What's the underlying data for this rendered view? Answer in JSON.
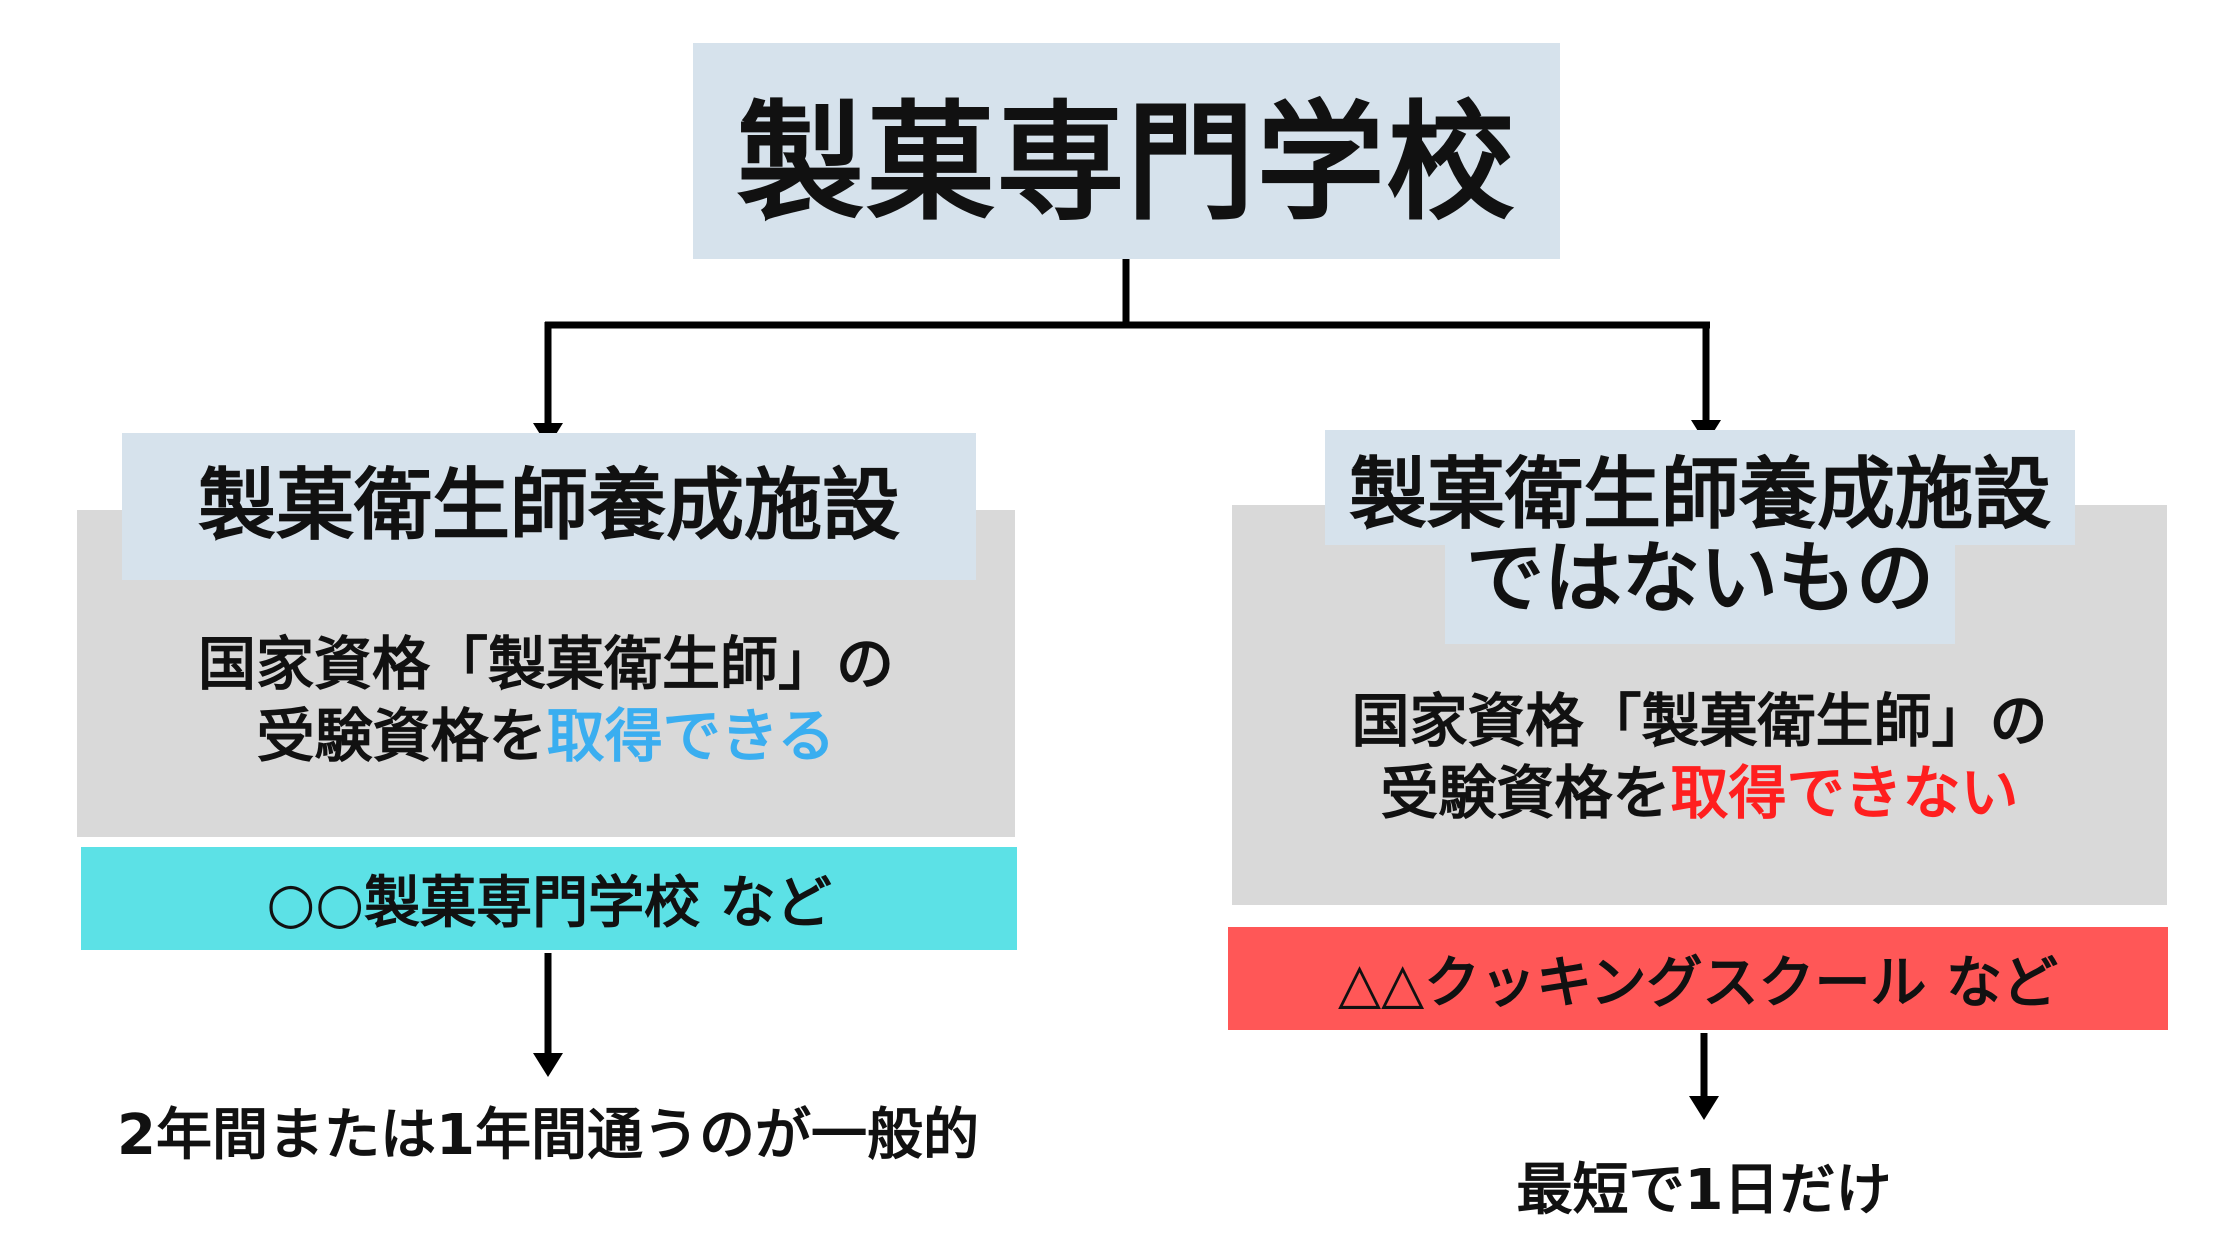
{
  "root": {
    "title": "製菓専門学校"
  },
  "left": {
    "label": "製菓衛生師養成施設",
    "desc_line1": "国家資格「製菓衛生師」の",
    "desc_line2_prefix": "受験資格を",
    "desc_line2_highlight": "取得できる",
    "example": "○○製菓専門学校 など",
    "result": "2年間または1年間通うのが一般的"
  },
  "right": {
    "label_line1": "製菓衛生師養成施設",
    "label_line2": "ではないもの",
    "desc_line1": "国家資格「製菓衛生師」の",
    "desc_line2_prefix": "受験資格を",
    "desc_line2_highlight": "取得できない",
    "example": "△△クッキングスクール など",
    "result": "最短で1日だけ"
  },
  "colors": {
    "label_bg": "#d6e2ec",
    "panel_bg": "#d9d9d9",
    "left_example_bg": "#5ce1e6",
    "right_example_bg": "#ff5757",
    "highlight_can": "#3aaef0",
    "highlight_cannot": "#ff1f1f"
  }
}
